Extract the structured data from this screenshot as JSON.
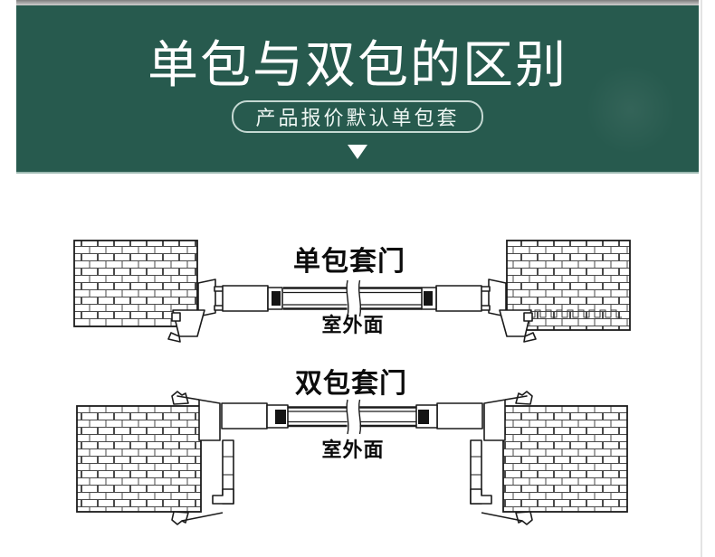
{
  "banner": {
    "title": "单包与双包的区别",
    "subtitle": "产品报价默认单包套"
  },
  "diagram_single": {
    "title": "单包套门",
    "outdoor_label": "室外面"
  },
  "diagram_double": {
    "title": "双包套门",
    "outdoor_label": "室外面"
  },
  "colors": {
    "banner_green": "#275a4e",
    "banner_edge_line": "#9dbab2",
    "line_art": "#1b1b1b",
    "seal_black": "#141414",
    "top_strip_gray": "#7d7d7d"
  }
}
